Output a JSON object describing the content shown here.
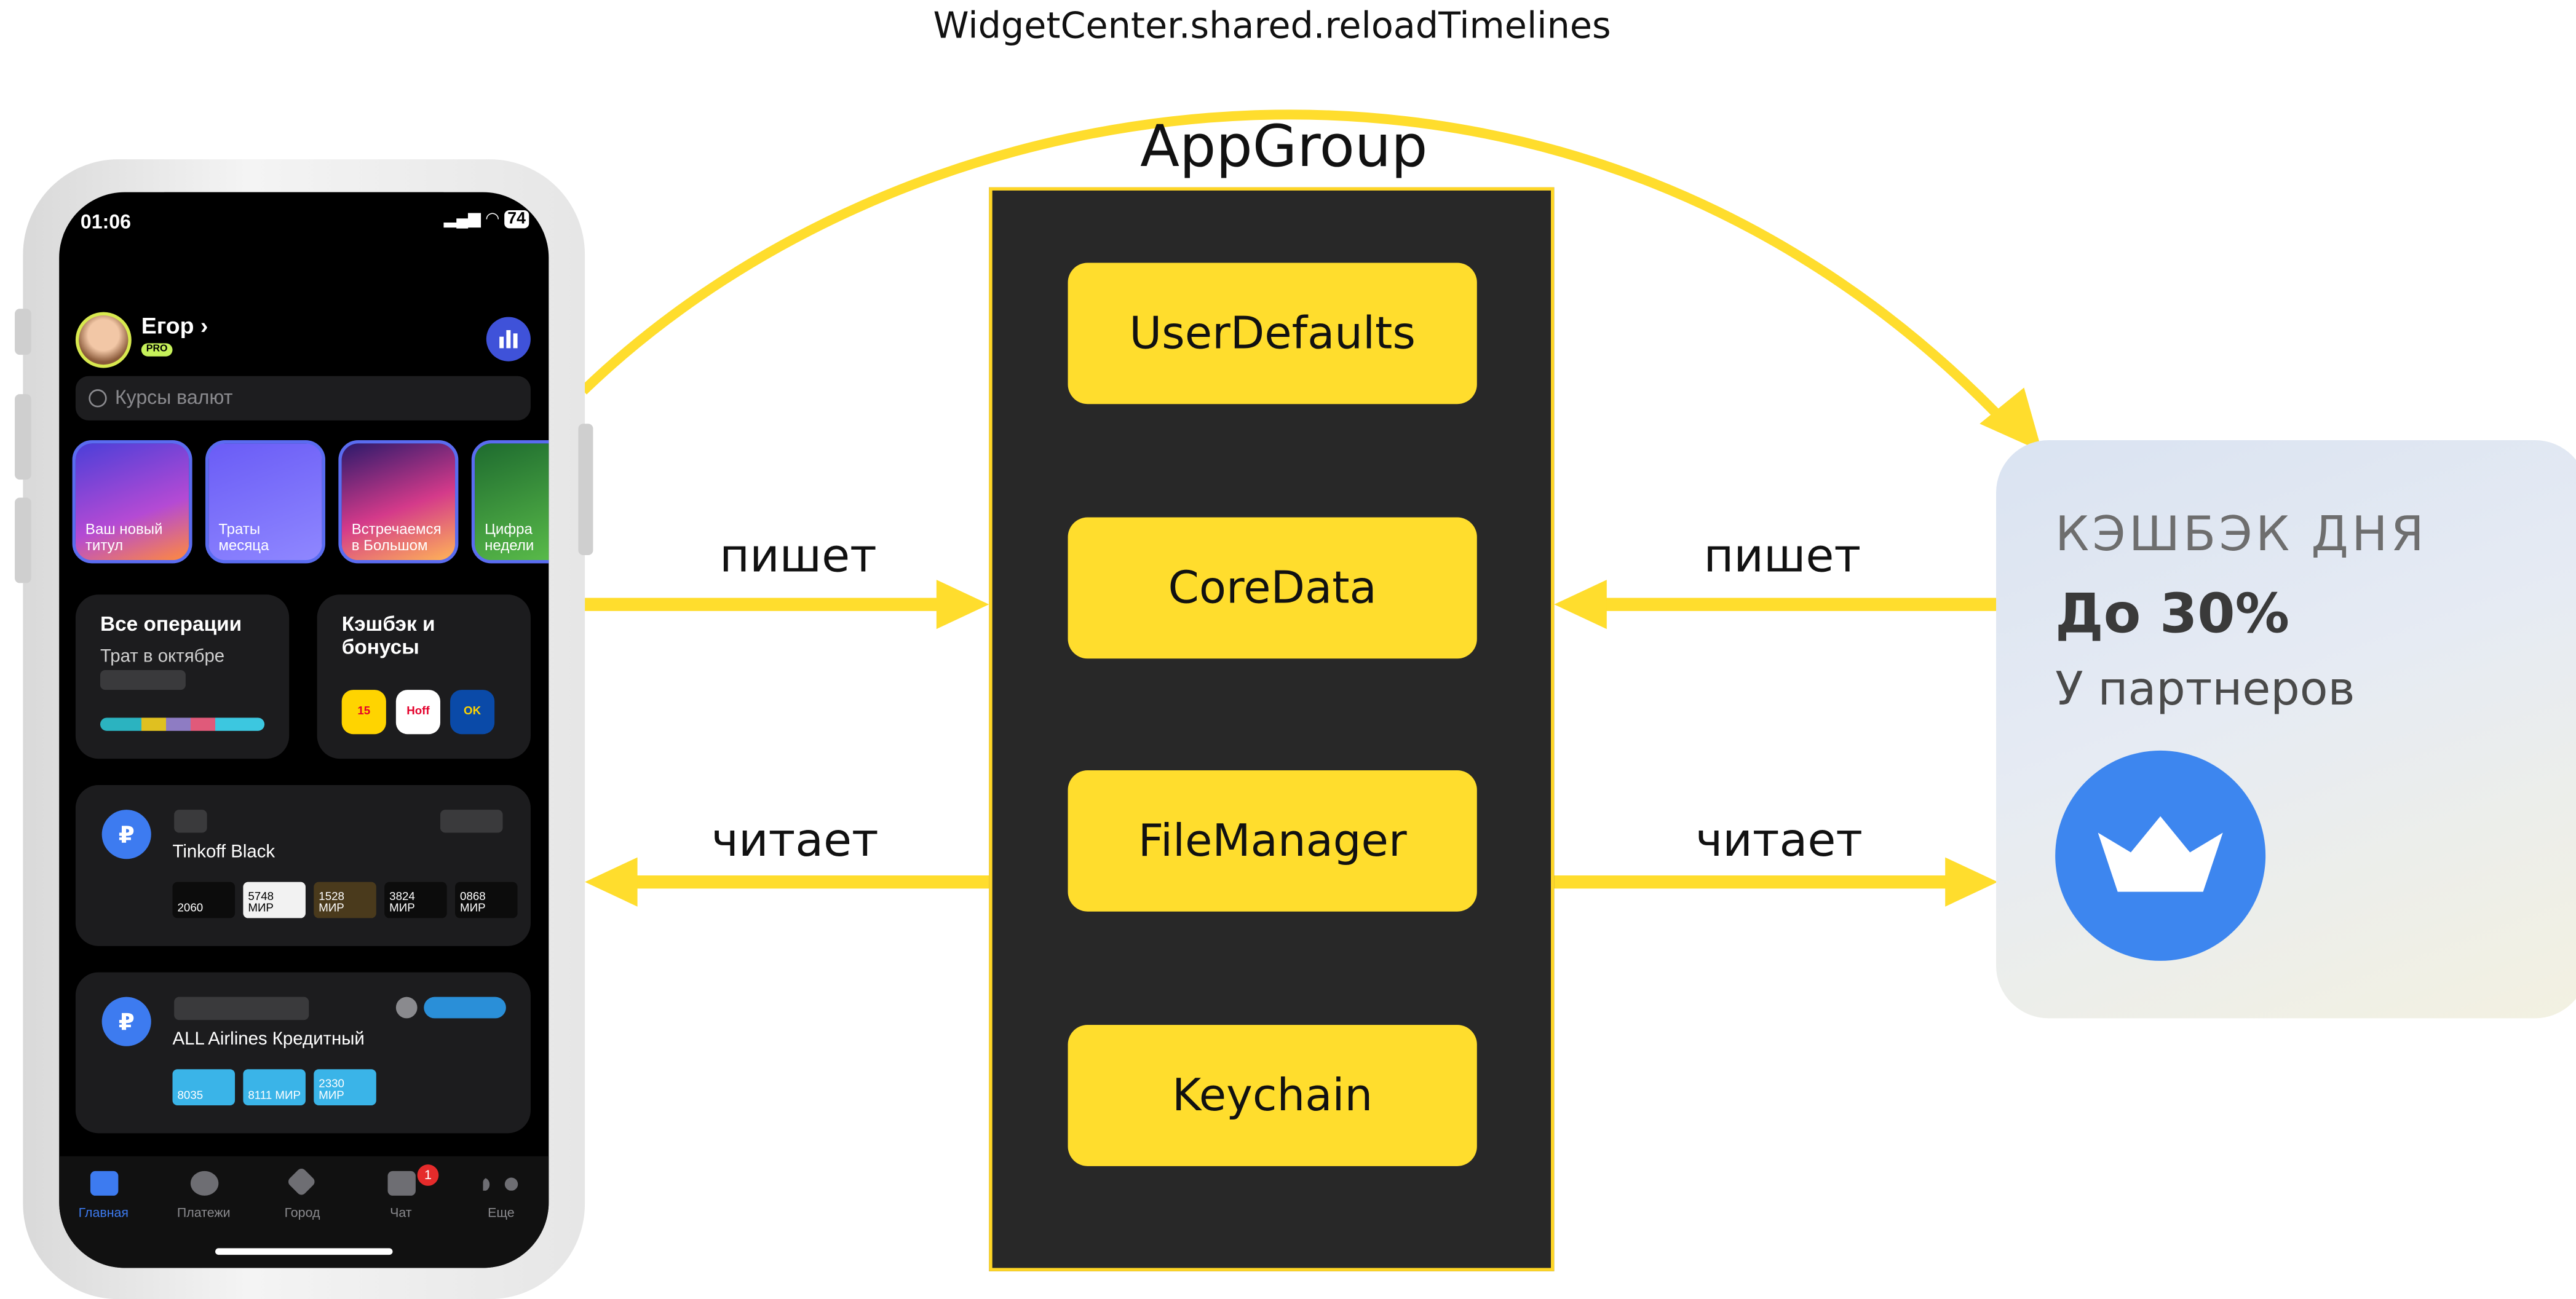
{
  "diagram": {
    "reload_label": "WidgetCenter.shared.reloadTimelines",
    "group_title": "AppGroup",
    "storages": [
      "UserDefaults",
      "CoreData",
      "FileManager",
      "Keychain"
    ],
    "left_write_label": "пишет",
    "left_read_label": "читает",
    "right_write_label": "пишет",
    "right_read_label": "читает",
    "colors": {
      "accent": "#ffdd2d",
      "arrow": "#ffdd2d",
      "group_bg": "#282828"
    }
  },
  "phone": {
    "time": "01:06",
    "battery": "74",
    "user_name": "Егор ›",
    "badge": "PRO",
    "search_placeholder": "Курсы валют",
    "stories": [
      "Ваш новый титул",
      "Траты месяца",
      "Встречаемся в Большом",
      "Цифра недели"
    ],
    "ops_title": "Все операции",
    "ops_sub": "Трат в октябре",
    "cashback_title": "Кэшбэк и бонусы",
    "brands": [
      "15",
      "Hoff",
      "OK"
    ],
    "account1_name": "Tinkoff Black",
    "account1_cards": [
      "2060",
      "5748 МИР",
      "1528 МИР",
      "3824 МИР",
      "0868 МИР"
    ],
    "account2_name": "ALL Airlines Кредитный",
    "account2_cards": [
      "8035",
      "8111 МИР",
      "2330 МИР"
    ],
    "tabs": [
      "Главная",
      "Платежи",
      "Город",
      "Чат",
      "Еще"
    ],
    "chat_badge": "1"
  },
  "widget": {
    "caption": "КЭШБЭК ДНЯ",
    "headline": "До 30%",
    "subline": "У партнеров"
  }
}
